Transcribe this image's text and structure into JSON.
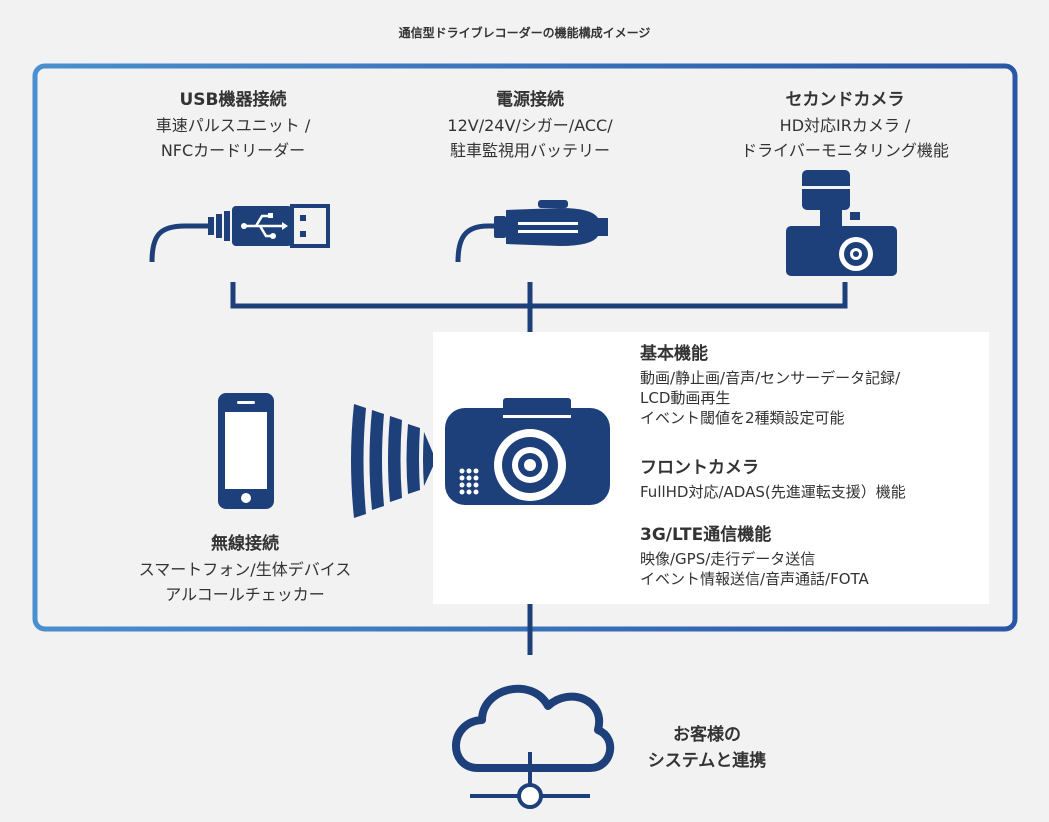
{
  "title": "通信型ドライブレコーダーの機能構成イメージ",
  "colors": {
    "primary": "#1d3f7a",
    "frame_start": "#4a8fcf",
    "frame_end": "#2a56a6",
    "panel": "#ffffff",
    "background": "#f2f2f2"
  },
  "usb": {
    "title": "USB機器接続",
    "lines": [
      "車速パルスユニット /",
      "NFCカードリーダー"
    ],
    "icon": "usb-cable-icon"
  },
  "power": {
    "title": "電源接続",
    "lines": [
      "12V/24V/シガー/ACC/",
      "駐車監視用バッテリー"
    ],
    "icon": "cigarette-plug-icon"
  },
  "second_camera": {
    "title": "セカンドカメラ",
    "lines": [
      "HD対応IRカメラ /",
      "ドライバーモニタリング機能"
    ],
    "icon": "second-camera-icon"
  },
  "wireless": {
    "title": "無線接続",
    "lines": [
      "スマートフォン/生体デバイス",
      "アルコールチェッカー"
    ],
    "icon": "smartphone-icon"
  },
  "features": {
    "basic": {
      "title": "基本機能",
      "lines": [
        "動画/静止画/音声/センサーデータ記録/",
        "LCD動画再生",
        "イベント閾値を2種類設定可能"
      ]
    },
    "front_camera": {
      "title": "フロントカメラ",
      "lines": [
        "FullHD対応/ADAS(先進運転支援）機能"
      ]
    },
    "lte": {
      "title": "3G/LTE通信機能",
      "lines": [
        "映像/GPS/走行データ送信",
        "イベント情報送信/音声通話/FOTA"
      ]
    }
  },
  "cloud": {
    "lines": [
      "お客様の",
      "システムと連携"
    ],
    "icon": "cloud-network-icon"
  }
}
